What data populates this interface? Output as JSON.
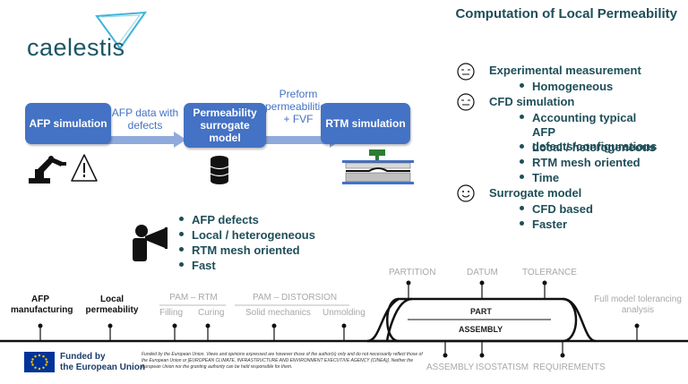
{
  "header": {
    "title": "Computation of Local Permeability"
  },
  "logo": {
    "text": "caelestis"
  },
  "flow": {
    "box_afp": "AFP simulation",
    "arrow1_label": "AFP data with defects",
    "box_perm": "Permeability surrogate model",
    "arrow2_label": "Preform permeabilities + FVF",
    "box_rtm": "RTM simulation"
  },
  "methods": {
    "exp_title": "Experimental measurement",
    "exp_items": [
      "Homogeneous"
    ],
    "cfd_title": "CFD simulation",
    "cfd_items": [
      "Accounting typical AFP defects/configurations",
      "Local / heterogeneous",
      "RTM mesh oriented",
      "Time"
    ],
    "sur_title": "Surrogate model",
    "sur_items": [
      "CFD based",
      "Faster"
    ]
  },
  "highlights": [
    "AFP defects",
    "Local / heterogeneous",
    "RTM mesh oriented",
    "Fast"
  ],
  "timeline": {
    "afp_manufacturing": "AFP manufacturing",
    "local_permeability": "Local permeability",
    "pam_rtm": "PAM – RTM",
    "filling": "Filling",
    "curing": "Curing",
    "pam_distortion": "PAM – DISTORSION",
    "solid_mechanics": "Solid mechanics",
    "unmolding": "Unmolding",
    "partition": "PARTITION",
    "datum": "DATUM",
    "tolerance": "TOLERANCE",
    "part": "PART",
    "assembly_inner": "ASSEMBLY",
    "assembly_bottom": "ASSEMBLY",
    "isostatism": "ISOSTATISM",
    "requirements": "REQUIREMENTS",
    "full_model": "Full model tolerancing analysis"
  },
  "footer": {
    "funded_line1": "Funded by",
    "funded_line2": "the European Union",
    "disclaimer": "Funded by the European Union. Views and opinions expressed are however those of the author(s) only and do not necessarily reflect those of the European Union or [EUROPEAN CLIMATE, INFRASTRUCTURE AND ENVIRONMENT EXECUTIVE AGENCY (CINEA)]. Neither the European Union nor the granting authority can be held responsible for them."
  },
  "colors": {
    "accent": "#4472c4",
    "title": "#1f4e58",
    "brand": "#1b5665",
    "eu_blue": "#003399",
    "eu_star": "#ffcc00"
  }
}
